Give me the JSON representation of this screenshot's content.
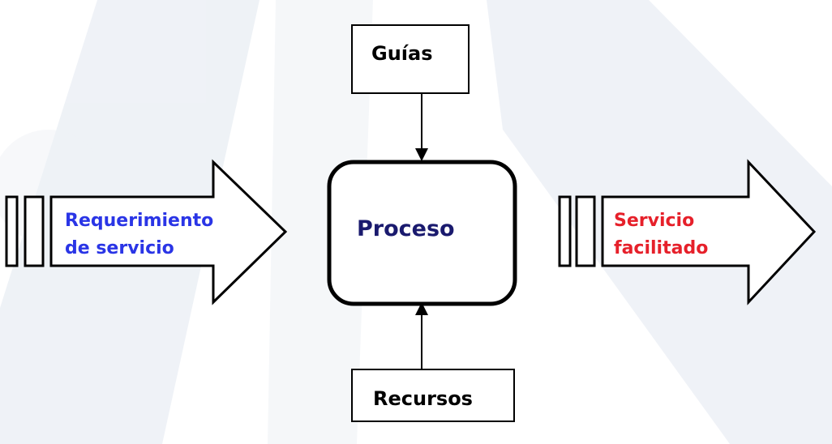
{
  "diagram": {
    "guides_label": "Guías",
    "process_label": "Proceso",
    "resources_label": "Recursos",
    "input_label_line1": "Requerimiento",
    "input_label_line2": "de servicio",
    "output_label_line1": "Servicio",
    "output_label_line2": "facilitado"
  },
  "colors": {
    "process_text": "#1a1a6e",
    "input_text": "#2a35e6",
    "output_text": "#e6202a",
    "background_watermark": "#e9eef4"
  }
}
